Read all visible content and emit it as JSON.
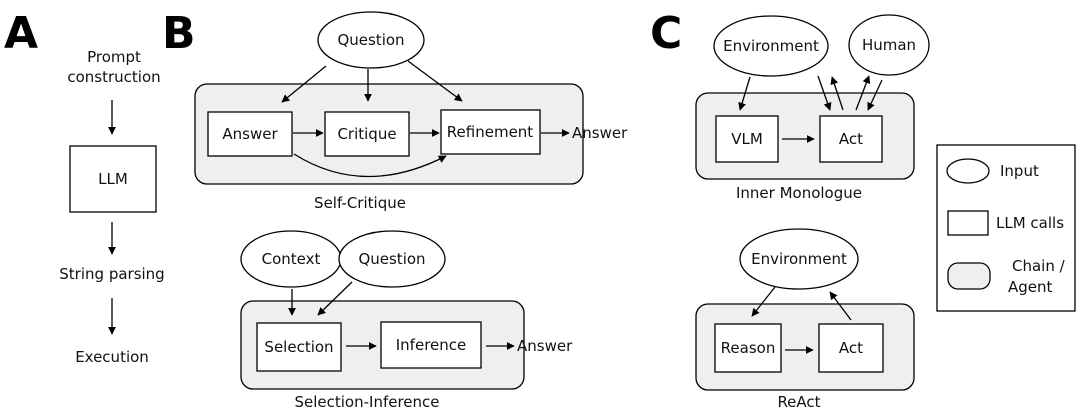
{
  "panels": {
    "a": {
      "letter": "A",
      "prompt_line1": "Prompt",
      "prompt_line2": "construction",
      "llm": "LLM",
      "parsing": "String parsing",
      "execution": "Execution"
    },
    "b": {
      "letter": "B",
      "self_critique": {
        "question": "Question",
        "answer_box": "Answer",
        "critique_box": "Critique",
        "refinement_box": "Refinement",
        "output": "Answer",
        "caption": "Self-Critique"
      },
      "selection_inference": {
        "context": "Context",
        "question": "Question",
        "selection_box": "Selection",
        "inference_box": "Inference",
        "output": "Answer",
        "caption": "Selection-Inference"
      }
    },
    "c": {
      "letter": "C",
      "inner_monologue": {
        "environment": "Environment",
        "human": "Human",
        "vlm_box": "VLM",
        "act_box": "Act",
        "caption": "Inner Monologue"
      },
      "react": {
        "environment": "Environment",
        "reason_box": "Reason",
        "act_box": "Act",
        "caption": "ReAct"
      }
    }
  },
  "legend": {
    "input": "Input",
    "llm_calls": "LLM calls",
    "chain_line1": "Chain /",
    "chain_line2": "Agent"
  }
}
